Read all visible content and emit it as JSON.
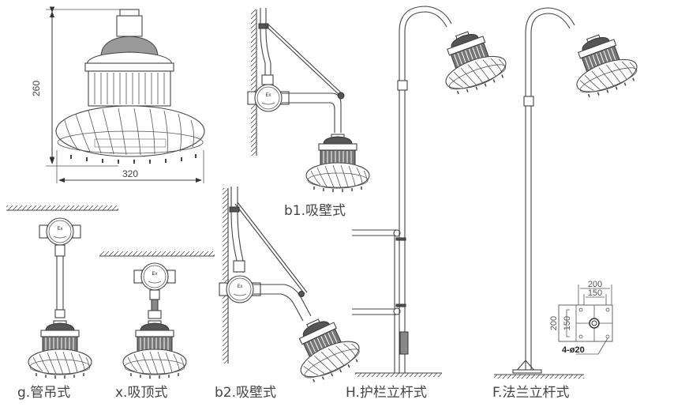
{
  "figure": {
    "main_lamp": {
      "height_dim": "260",
      "width_dim": "320"
    },
    "flange": {
      "outer_width": "200",
      "inner_width": "150",
      "outer_height": "200",
      "inner_height": "150",
      "holes": "4-ø20"
    },
    "captions": {
      "pipe_pendant": "g.管吊式",
      "ceiling": "x.吸顶式",
      "wall_b1": "b1.吸壁式",
      "wall_b2": "b2.吸壁式",
      "guardrail_pole": "H.护栏立杆式",
      "flange_pole": "F.法兰立杆式"
    },
    "junction_box_label": "Ex"
  }
}
